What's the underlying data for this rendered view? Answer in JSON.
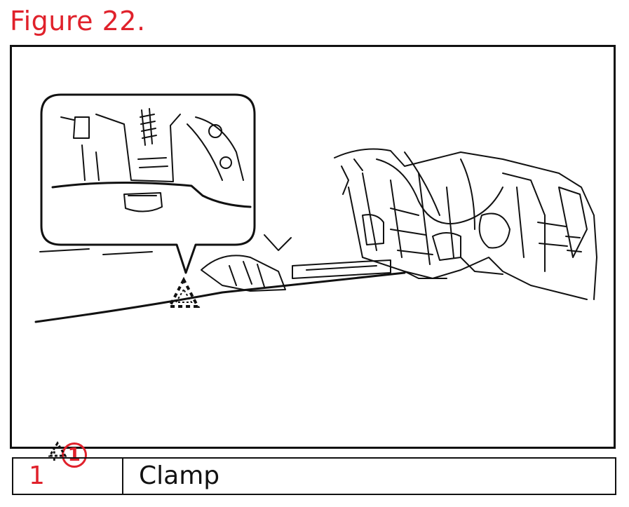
{
  "figure": {
    "title": "Figure 22."
  },
  "legend_key": {
    "symbol_colon": ":",
    "marker_number": "1"
  },
  "table": {
    "rows": [
      {
        "number": "1",
        "description": "Clamp"
      }
    ]
  },
  "colors": {
    "accent": "#e0212b",
    "ink": "#111111"
  }
}
